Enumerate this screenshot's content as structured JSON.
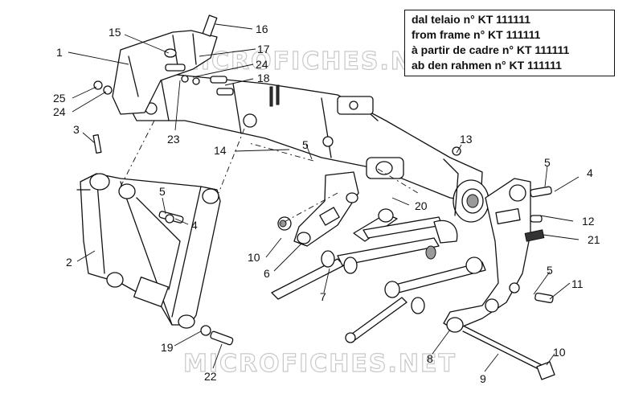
{
  "notice": {
    "lines": [
      "dal telaio n° KT 111111",
      "from frame n° KT 111111",
      "à partir de cadre n° KT 111111",
      "ab den rahmen n° KT 111111"
    ]
  },
  "watermarks": [
    "MICROFICHES.NET",
    "MICROFICHES.NET"
  ],
  "callouts": [
    "1",
    "2",
    "3",
    "4",
    "4",
    "5",
    "5",
    "5",
    "5",
    "6",
    "7",
    "8",
    "9",
    "10",
    "10",
    "11",
    "12",
    "13",
    "14",
    "15",
    "16",
    "17",
    "18",
    "19",
    "20",
    "21",
    "22",
    "23",
    "24",
    "24",
    "25"
  ]
}
